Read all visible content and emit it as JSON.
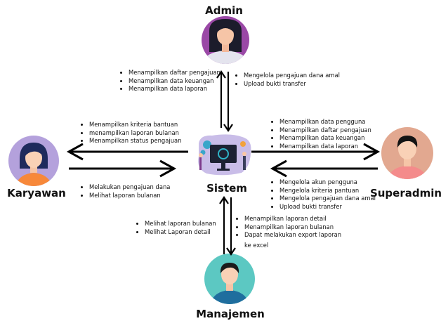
{
  "actors": {
    "admin": {
      "label": "Admin",
      "color": "#9a48a6"
    },
    "karyawan": {
      "label": "Karyawan",
      "color": "#b4a1dc"
    },
    "superadmin": {
      "label": "Superadmin",
      "color": "#e2a890"
    },
    "manajemen": {
      "label": "Manajemen",
      "color": "#5cc8c2"
    },
    "sistem": {
      "label": "Sistem"
    }
  },
  "flows": {
    "sistem_to_admin": [
      "Menampilkan daftar pengajuan",
      "Menampilkan data keuangan",
      "Menampilkan data laporan"
    ],
    "admin_to_sistem": [
      "Mengelola pengajuan dana amal",
      "Upload bukti transfer"
    ],
    "sistem_to_karyawan": [
      "Menampilkan kriteria bantuan",
      "menampilkan laporan bulanan",
      "Menampilkan status pengajuan"
    ],
    "karyawan_to_sistem": [
      "Melakukan pengajuan dana",
      "Melihat laporan bulanan"
    ],
    "sistem_to_superadmin": [
      "Menampilkan data pengguna",
      "Menampilkan daftar pengajuan",
      "Menampilkan data keuangan",
      "Menampilkan data laporan"
    ],
    "superadmin_to_sistem": [
      "Mengelola akun pengguna",
      "Mengelola kriteria pantuan",
      "Mengelola pengajuan dana amal",
      "Upload bukti transfer"
    ],
    "manajemen_to_sistem": [
      "Melihat laporan bulanan",
      "Melihat Laporan detail"
    ],
    "sistem_to_manajemen": [
      "Menampilkan laporan detail",
      "Menampilkan laporan bulanan",
      "Dapat melakukan export laporan"
    ],
    "sistem_to_manajemen_cont": "ke excel"
  }
}
